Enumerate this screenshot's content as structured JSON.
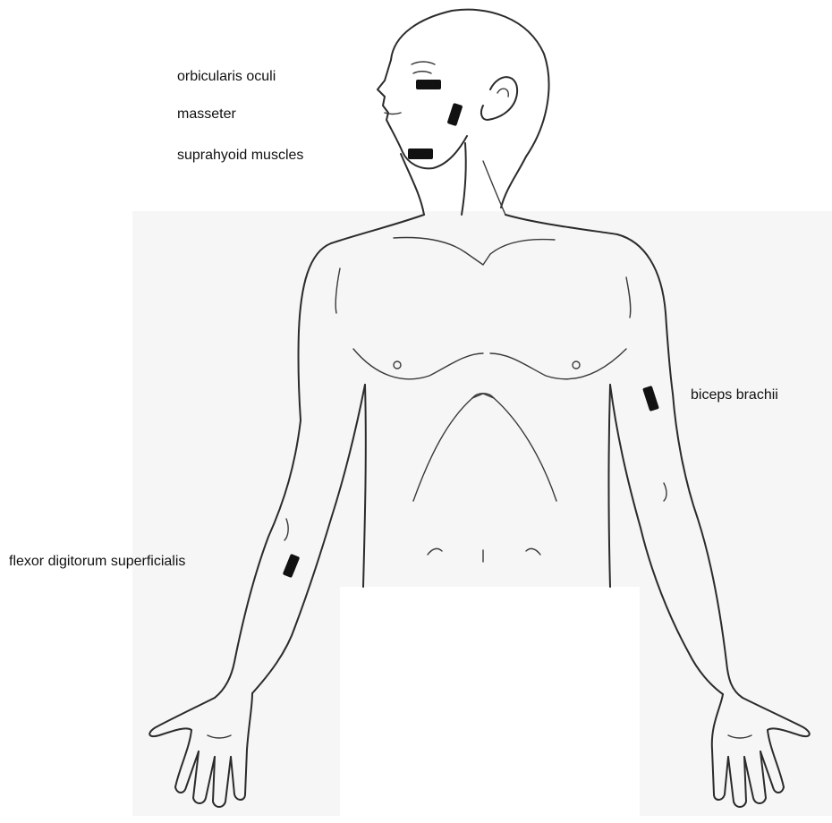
{
  "labels": {
    "orbicularis_oculi": "orbicularis oculi",
    "masseter": "masseter",
    "suprahyoid": "suprahyoid muscles",
    "biceps": "biceps brachii",
    "flexor": "flexor digitorum superficialis"
  },
  "colors": {
    "outline": "#2b2b2b",
    "electrode": "#111111",
    "background_panel": "#f6f6f6"
  }
}
